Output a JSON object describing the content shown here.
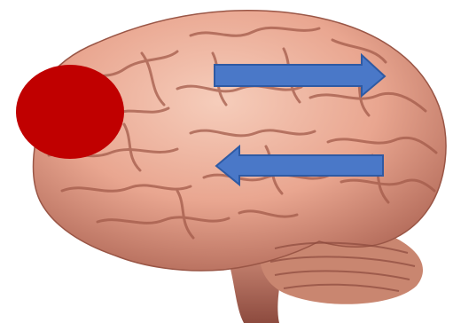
{
  "image": {
    "subject": "brain-illustration",
    "background_color": "#ffffff"
  },
  "colors": {
    "brain_light": "#f3c3b0",
    "brain_mid": "#e79f88",
    "brain_dark": "#b9705f",
    "brain_shadow": "#7c3f36",
    "fold_line": "#a85c4b",
    "cerebellum": "#c9806c",
    "marker_red": "#c00000",
    "arrow_blue": "#4a78c8",
    "arrow_outline": "#2f5aa3"
  },
  "markers": [
    {
      "name": "red-circle-marker",
      "shape": "circle",
      "color": "#c00000"
    }
  ],
  "arrows": [
    {
      "name": "arrow-right",
      "direction": "right",
      "color": "#4a78c8"
    },
    {
      "name": "arrow-left",
      "direction": "left",
      "color": "#4a78c8"
    }
  ]
}
